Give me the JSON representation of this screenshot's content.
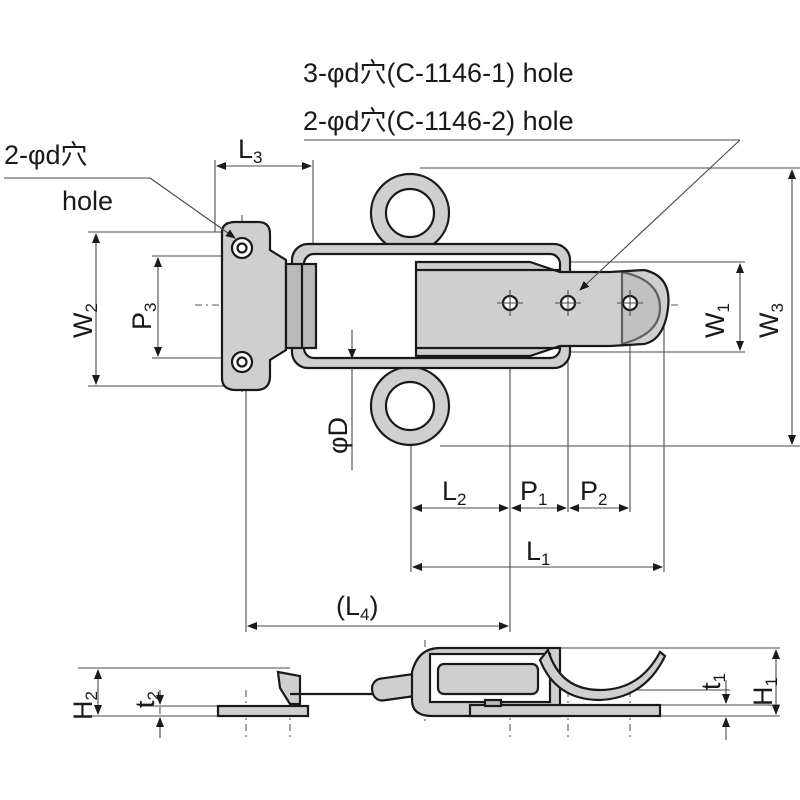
{
  "notes": {
    "hole_3": "3-φd穴(C-1146-1) hole",
    "hole_2": "2-φd穴(C-1146-2) hole",
    "left_hole_line1": "2-φd穴",
    "left_hole_line2": "hole"
  },
  "dimensions": {
    "L1": {
      "main": "L",
      "sub": "1"
    },
    "L2": {
      "main": "L",
      "sub": "2"
    },
    "L3": {
      "main": "L",
      "sub": "3"
    },
    "L4": {
      "main": "(L",
      "sub": "4",
      "tail": ")"
    },
    "P1": {
      "main": "P",
      "sub": "1"
    },
    "P2": {
      "main": "P",
      "sub": "2"
    },
    "P3": {
      "main": "P",
      "sub": "3"
    },
    "W1": {
      "main": "W",
      "sub": "1"
    },
    "W2": {
      "main": "W",
      "sub": "2"
    },
    "W3": {
      "main": "W",
      "sub": "3"
    },
    "H1": {
      "main": "H",
      "sub": "1"
    },
    "H2": {
      "main": "H",
      "sub": "2"
    },
    "t1": {
      "main": "t",
      "sub": "1"
    },
    "t2": {
      "main": "t",
      "sub": "2"
    },
    "phiD": "φD"
  }
}
